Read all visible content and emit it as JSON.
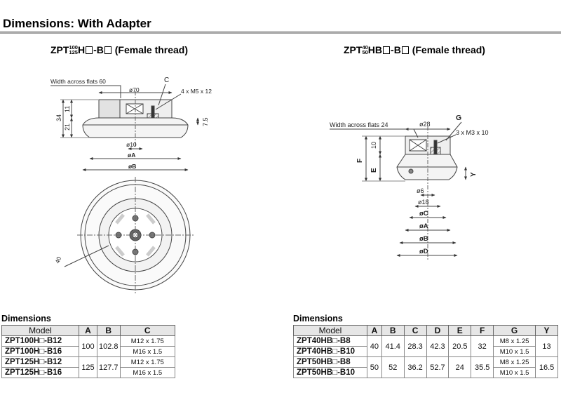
{
  "page": {
    "title": "Dimensions: With Adapter"
  },
  "left_figure": {
    "heading_prefix": "ZPT",
    "heading_sizes": [
      "100",
      "125"
    ],
    "heading_mid": "H",
    "heading_mid2": "-B",
    "heading_suffix": " (Female thread)",
    "labels": {
      "width_across_flats": "Width across flats 60",
      "c": "C",
      "phi70": "ø70",
      "threads": "4 x M5 x 12",
      "h34": "34",
      "h11": "11",
      "h21": "21",
      "h7_5": "7.5",
      "phi10": "ø10",
      "phiA": "øA",
      "phiB": "øB",
      "r40": "40"
    }
  },
  "right_figure": {
    "heading_prefix": "ZPT",
    "heading_sizes": [
      "40",
      "50"
    ],
    "heading_mid": "HB",
    "heading_mid2": "-B",
    "heading_suffix": " (Female thread)",
    "labels": {
      "width_across_flats": "Width across flats 24",
      "g": "G",
      "phi28": "ø28",
      "threads": "3 x M3 x 10",
      "f": "F",
      "e": "E",
      "h10": "10",
      "y": "Y",
      "phi6": "ø6",
      "phi18": "ø18",
      "phiC": "øC",
      "phiA": "øA",
      "phiB": "øB",
      "phiD": "øD"
    }
  },
  "left_table": {
    "title": "Dimensions",
    "headers": [
      "Model",
      "A",
      "B",
      "C"
    ],
    "rows": [
      {
        "model": "ZPT100H□-B12",
        "a": "100",
        "b": "102.8",
        "c": "M12 x 1.75"
      },
      {
        "model": "ZPT100H□-B16",
        "c": "M16 x 1.5"
      },
      {
        "model": "ZPT125H□-B12",
        "a": "125",
        "b": "127.7",
        "c": "M12 x 1.75"
      },
      {
        "model": "ZPT125H□-B16",
        "c": "M16 x 1.5"
      }
    ]
  },
  "right_table": {
    "title": "Dimensions",
    "headers": [
      "Model",
      "A",
      "B",
      "C",
      "D",
      "E",
      "F",
      "G",
      "Y"
    ],
    "rows": [
      {
        "model": "ZPT40HB□-B8",
        "a": "40",
        "b": "41.4",
        "c": "28.3",
        "d": "42.3",
        "e": "20.5",
        "f": "32",
        "g": "M8 x 1.25",
        "y": "13"
      },
      {
        "model": "ZPT40HB□-B10",
        "g": "M10 x 1.5"
      },
      {
        "model": "ZPT50HB□-B8",
        "a": "50",
        "b": "52",
        "c": "36.2",
        "d": "52.7",
        "e": "24",
        "f": "35.5",
        "g": "M8 x 1.25",
        "y": "16.5"
      },
      {
        "model": "ZPT50HB□-B10",
        "g": "M10 x 1.5"
      }
    ]
  }
}
